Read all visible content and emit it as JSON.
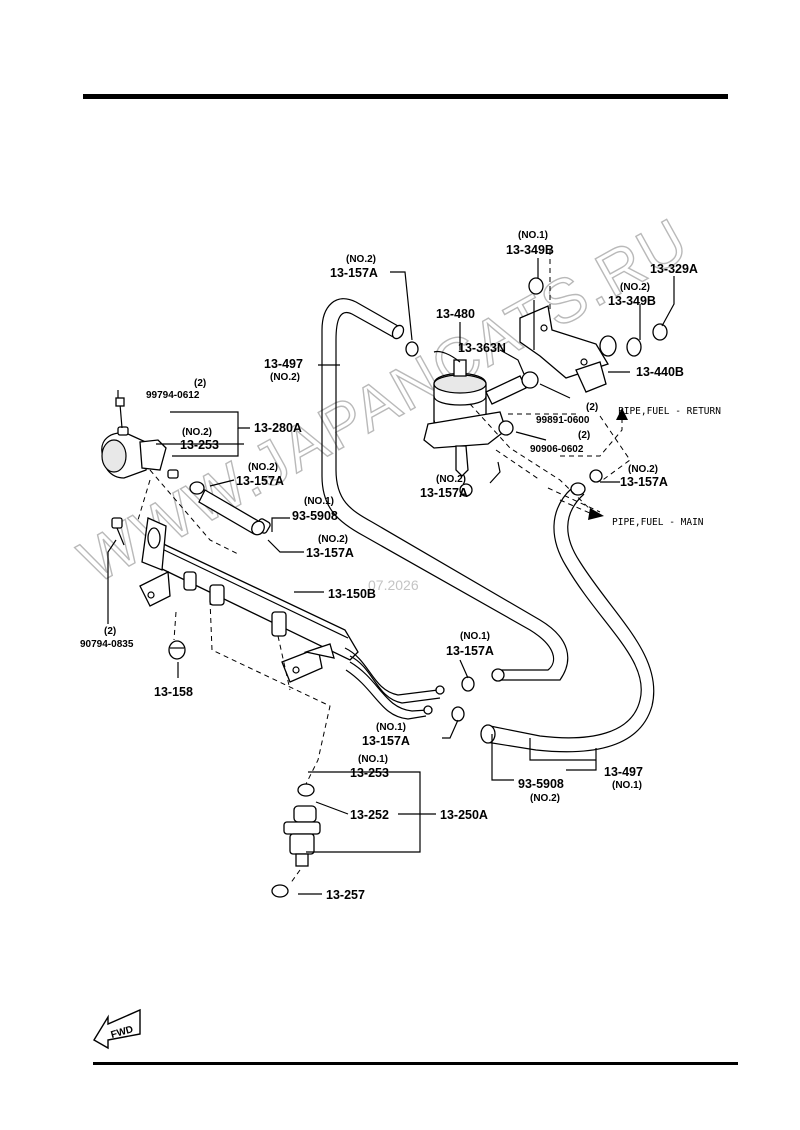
{
  "watermark": {
    "text": "WWW.JAPANCATS.RU",
    "date": "07.2026"
  },
  "fwd_label": "FWD",
  "notes": {
    "return": "PIPE,FUEL - RETURN",
    "main": "PIPE,FUEL - MAIN"
  },
  "labels": {
    "l349b_no1_sub": "(NO.1)",
    "l349b_no1": "13-349B",
    "l329a": "13-329A",
    "l349b_no2_sub": "(NO.2)",
    "l349b_no2": "13-349B",
    "l157a_top_sub": "(NO.2)",
    "l157a_top": "13-157A",
    "l480": "13-480",
    "l497_top": "13-497",
    "l497_top_sub": "(NO.2)",
    "l363n": "13-363N",
    "l440b": "13-440B",
    "l99794_sub": "(2)",
    "l99794": "99794-0612",
    "l280a": "13-280A",
    "l253_top_sub": "(NO.2)",
    "l253_top": "13-253",
    "l99891_sub": "(2)",
    "l99891": "99891-0600",
    "l90906_sub": "(2)",
    "l90906": "90906-0602",
    "l157a_filter_sub": "(NO.2)",
    "l157a_filter": "13-157A",
    "l157a_right_sub": "(NO.2)",
    "l157a_right": "13-157A",
    "l157a_mid_sub": "(NO.2)",
    "l157a_mid": "13-157A",
    "l935908_no1_sub": "(NO.1)",
    "l935908_no1": "93-5908",
    "l157a_low_sub": "(NO.2)",
    "l157a_low": "13-157A",
    "l150b": "13-150B",
    "l90794_sub": "(2)",
    "l90794": "90794-0835",
    "l157a_no1a_sub": "(NO.1)",
    "l157a_no1a": "13-157A",
    "l158": "13-158",
    "l157a_no1b_sub": "(NO.1)",
    "l157a_no1b": "13-157A",
    "l253_bot_sub": "(NO.1)",
    "l253_bot": "13-253",
    "l497_bot": "13-497",
    "l497_bot_sub": "(NO.1)",
    "l935908_no2": "93-5908",
    "l935908_no2_sub": "(NO.2)",
    "l252": "13-252",
    "l250a": "13-250A",
    "l257": "13-257"
  }
}
